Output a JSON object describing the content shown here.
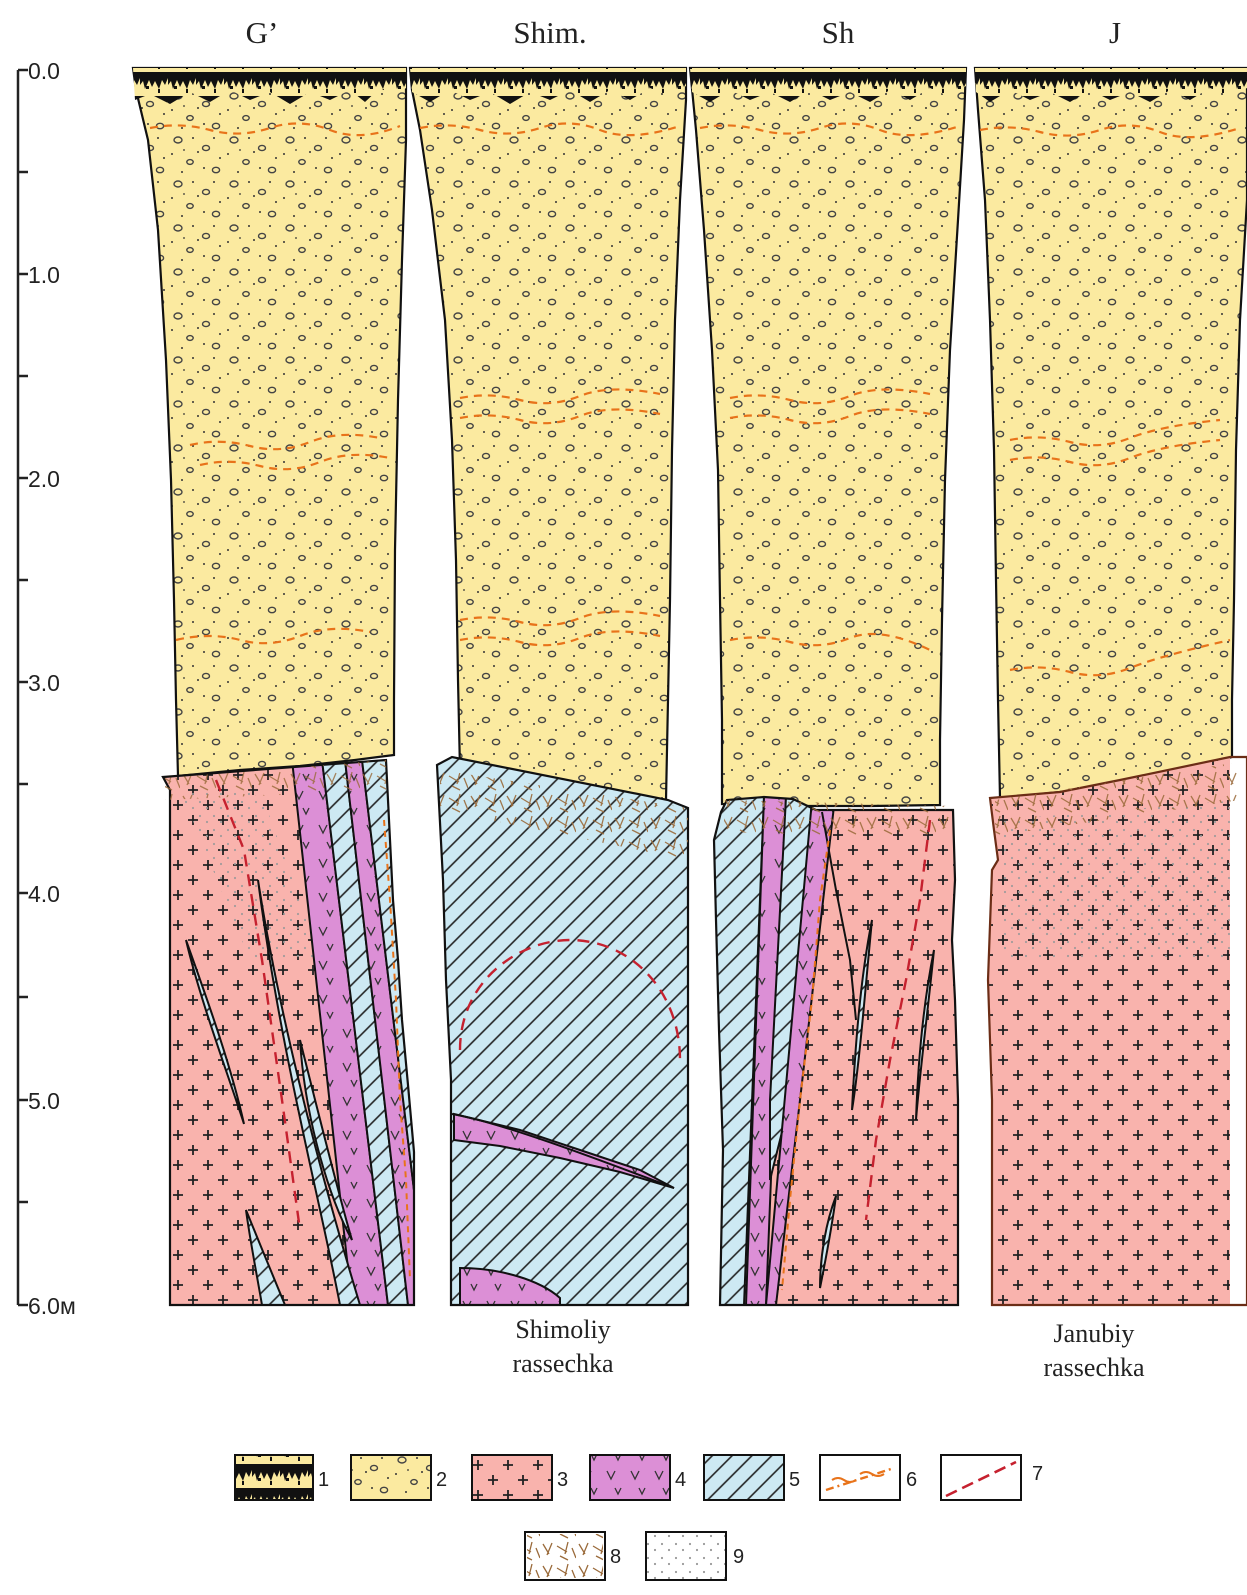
{
  "columns": [
    {
      "id": "g",
      "title": "G’"
    },
    {
      "id": "shim",
      "title": "Shim."
    },
    {
      "id": "sh",
      "title": "Sh"
    },
    {
      "id": "j",
      "title": "J"
    }
  ],
  "scale": {
    "ticks": [
      "0.0",
      "1.0",
      "2.0",
      "3.0",
      "4.0",
      "5.0",
      "6.0м"
    ]
  },
  "captions": {
    "shim_line1": "Shimoliy",
    "shim_line2": "rassechka",
    "j_line1": "Janubiy",
    "j_line2": "rassechka"
  },
  "legend": [
    {
      "num": "1",
      "pattern": "soil"
    },
    {
      "num": "2",
      "pattern": "sand-gravel"
    },
    {
      "num": "3",
      "pattern": "granite"
    },
    {
      "num": "4",
      "pattern": "volcanic"
    },
    {
      "num": "5",
      "pattern": "hatched"
    },
    {
      "num": "6",
      "pattern": "orange-wavy-line"
    },
    {
      "num": "7",
      "pattern": "red-dashed-line"
    },
    {
      "num": "8",
      "pattern": "weathering-crust"
    },
    {
      "num": "9",
      "pattern": "dotted"
    }
  ],
  "colors": {
    "sand": "#fbeaa0",
    "granite": "#f9b3ad",
    "volcanic": "#dc8fd6",
    "hatched": "#cde9f3",
    "orange": "#e8731a",
    "red": "#c6212f",
    "soil": "#111111"
  }
}
